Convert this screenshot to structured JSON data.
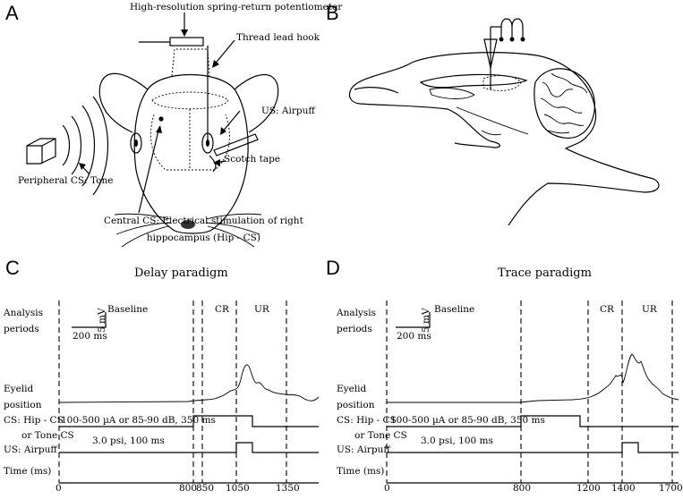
{
  "panels": {
    "A": {
      "letter": "A",
      "labels": {
        "potentiometer": "High-resolution spring-return potentiometer",
        "thread": "Thread lead hook",
        "airpuff": "US: Airpuff",
        "tape": "Scotch tape",
        "tone": "Peripheral CS: Tone",
        "central_line1": "Central CS: Electrical stimulation of right",
        "central_line2": "hippocampus (Hip - CS)"
      }
    },
    "B": {
      "letter": "B"
    },
    "C": {
      "letter": "C",
      "title": "Delay paradigm",
      "analysis_line1": "Analysis",
      "analysis_line2": "periods",
      "baseline": "Baseline",
      "cr": "CR",
      "ur": "UR",
      "scale_time": "200 ms",
      "scale_volt": "5 mV",
      "eyelid_line1": "Eyelid",
      "eyelid_line2": "position",
      "cs_line1": "CS: Hip - CS",
      "cs_line2": "or Tone CS",
      "cs_value": "100-500 µA or 85-90 dB, 350 ms",
      "us": "US: Airpuff",
      "us_value": "3.0 psi, 100 ms",
      "time_label": "Time (ms)",
      "ticks": [
        "0",
        "800",
        "850",
        "1050",
        "1350"
      ]
    },
    "D": {
      "letter": "D",
      "title": "Trace paradigm",
      "analysis_line1": "Analysis",
      "analysis_line2": "periods",
      "baseline": "Baseline",
      "cr": "CR",
      "ur": "UR",
      "scale_time": "200 ms",
      "scale_volt": "5 mV",
      "eyelid_line1": "Eyelid",
      "eyelid_line2": "position",
      "cs_line1": "CS: Hip - CS",
      "cs_line2": "or Tone CS",
      "cs_value": "100-500 µA or 85-90 dB, 350 ms",
      "us": "US: Airpuff",
      "us_value": "3.0 psi, 100 ms",
      "time_label": "Time (ms)",
      "ticks": [
        "0",
        "800",
        "1200",
        "1400",
        "1700"
      ]
    }
  }
}
